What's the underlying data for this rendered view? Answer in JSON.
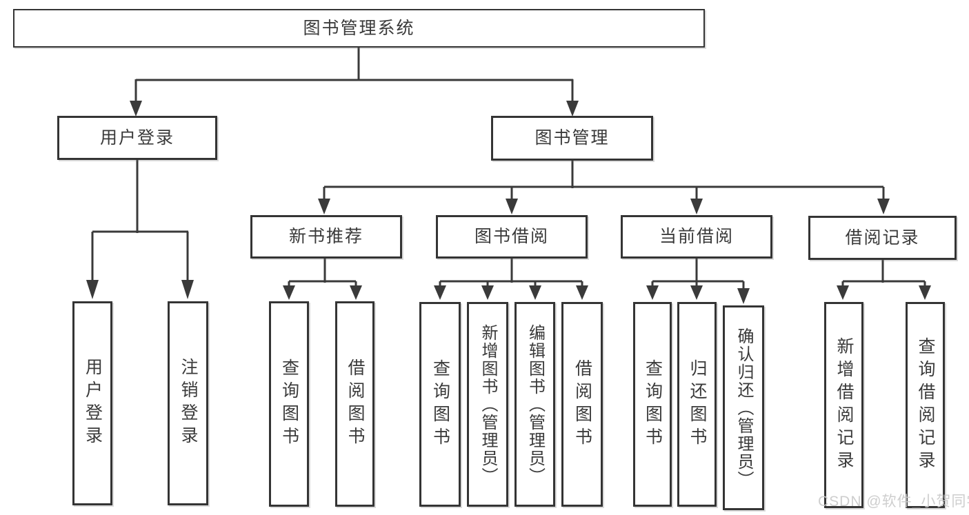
{
  "tree": {
    "root": {
      "label": "图书管理系统"
    },
    "user": {
      "label": "用户登录",
      "children": [
        {
          "label": "用户登录"
        },
        {
          "label": "注销登录"
        }
      ]
    },
    "management": {
      "label": "图书管理",
      "sections": [
        {
          "label": "新书推荐",
          "children": [
            {
              "label": "查询图书"
            },
            {
              "label": "借阅图书"
            }
          ]
        },
        {
          "label": "图书借阅",
          "children": [
            {
              "label": "查询图书"
            },
            {
              "label": "新增图书（管理员）"
            },
            {
              "label": "编辑图书（管理员）"
            },
            {
              "label": "借阅图书"
            }
          ]
        },
        {
          "label": "当前借阅",
          "children": [
            {
              "label": "查询图书"
            },
            {
              "label": "归还图书"
            },
            {
              "label": "确认归还（管理员）"
            }
          ]
        },
        {
          "label": "借阅记录",
          "children": [
            {
              "label": "新增借阅记录"
            },
            {
              "label": "查询借阅记录"
            }
          ]
        }
      ]
    }
  },
  "watermark": {
    "text": "CSDN @软件_小贺同学"
  },
  "colors": {
    "line": "#3a3a3a",
    "background": "#ffffff",
    "watermark": "#cbcbcb"
  }
}
